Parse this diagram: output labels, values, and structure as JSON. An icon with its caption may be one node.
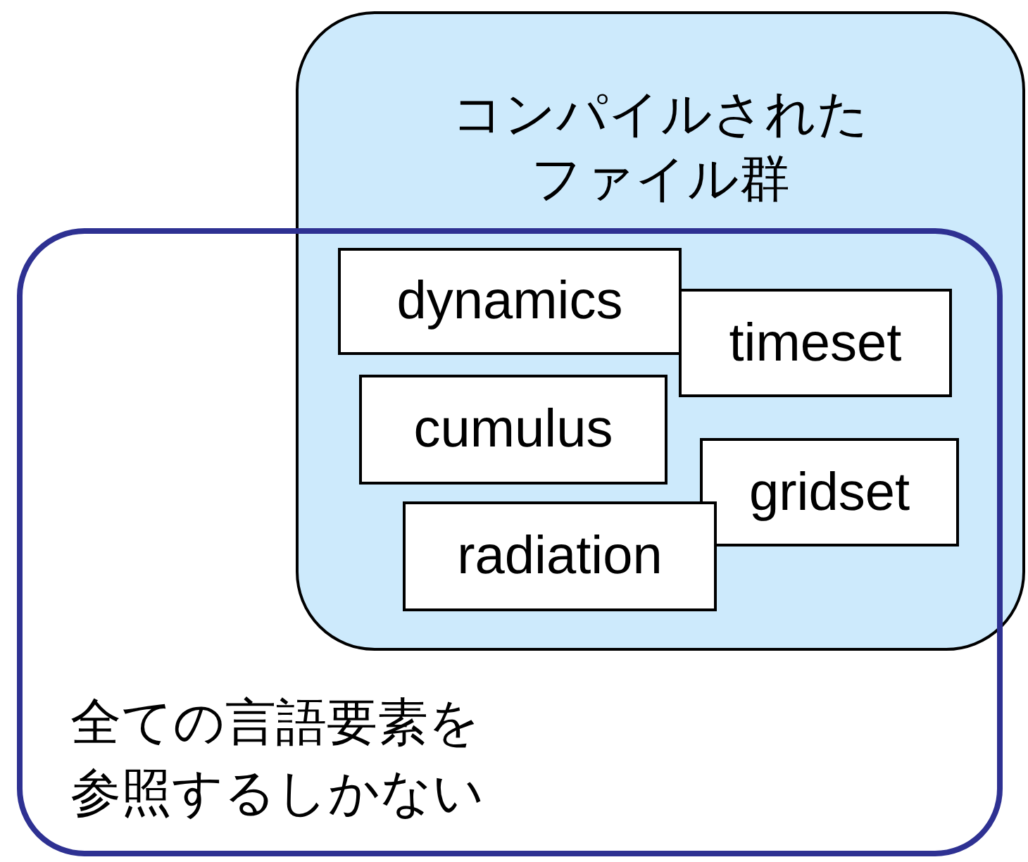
{
  "diagram": {
    "nodes": [
      {
        "text": [
          "コンパイルされたファイル群"
        ]
      },
      {
        "text": [
          "全ての言語要素を参照するしかない"
        ]
      },
      {
        "text": [
          "dynamics"
        ]
      },
      {
        "text": [
          "timeset"
        ]
      },
      {
        "text": [
          "cumulus"
        ]
      },
      {
        "text": [
          "gridset"
        ]
      },
      {
        "text": [
          "radiation"
        ]
      }
    ]
  }
}
